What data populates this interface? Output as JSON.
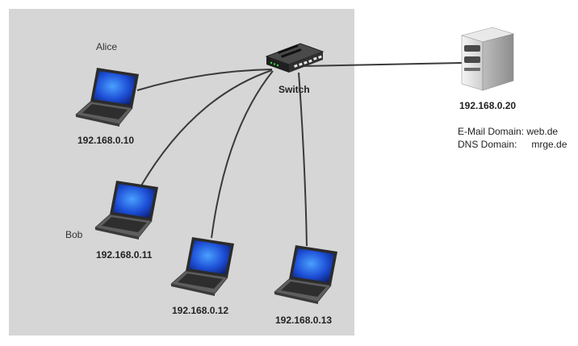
{
  "switch": {
    "label": "Switch"
  },
  "server": {
    "ip": "192.168.0.20",
    "email_key": "E-Mail Domain:",
    "email_value": "web.de",
    "dns_key": "DNS Domain:",
    "dns_value": "mrge.de"
  },
  "hosts": [
    {
      "name": "Alice",
      "ip": "192.168.0.10"
    },
    {
      "name": "Bob",
      "ip": "192.168.0.11"
    },
    {
      "name": "",
      "ip": "192.168.0.12"
    },
    {
      "name": "",
      "ip": "192.168.0.13"
    }
  ],
  "colors": {
    "zone": "#d6d6d6",
    "cable": "#3a3a3a",
    "screen": "#1d4fd6",
    "laptop_body": "#5e5e5e"
  }
}
